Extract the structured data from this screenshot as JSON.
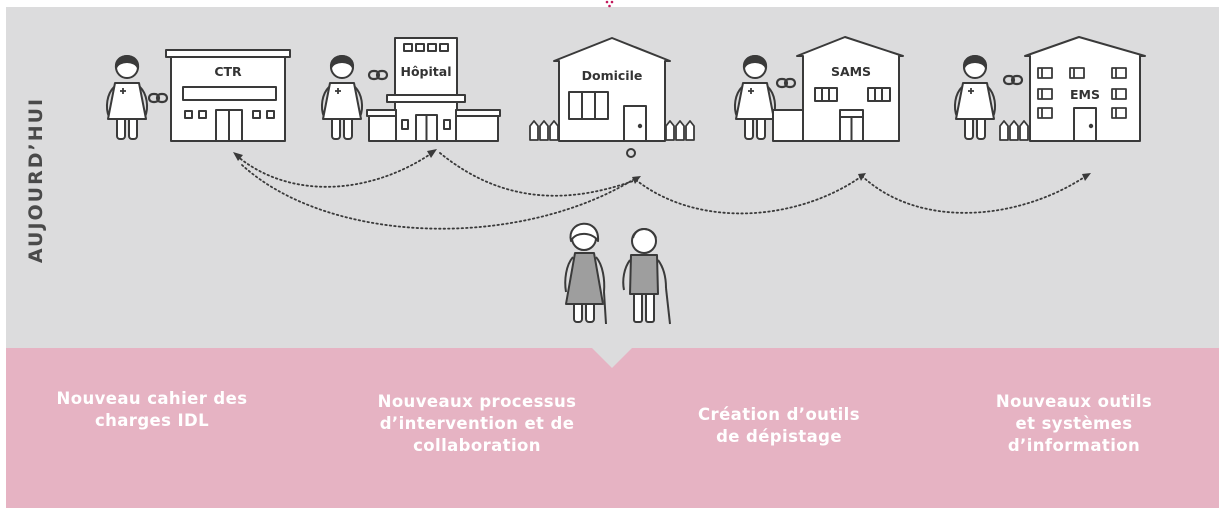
{
  "side_label": "AUJOURD’HUI",
  "buildings": {
    "ctr": "CTR",
    "hopital": "Hôpital",
    "domicile": "Domicile",
    "sams": "SAMS",
    "ems": "EMS"
  },
  "actions": [
    {
      "lines": [
        "Nouveau cahier des",
        "charges IDL"
      ]
    },
    {
      "lines": [
        "Nouveaux processus",
        "d’intervention et de",
        "collaboration"
      ]
    },
    {
      "lines": [
        "Création d’outils",
        "de dépistage"
      ]
    },
    {
      "lines": [
        "Nouveaux outils",
        "et systèmes",
        "d’information"
      ]
    }
  ],
  "colors": {
    "grey_panel": "#dcdcdd",
    "pink_panel": "#e6b3c3",
    "line": "#3a3a3a",
    "accent": "#c2185b"
  },
  "icons": [
    "nurse-icon",
    "link-icon",
    "building-icon",
    "house-icon",
    "fence-icon",
    "elderly-couple-icon",
    "dotted-arrow-icon"
  ]
}
